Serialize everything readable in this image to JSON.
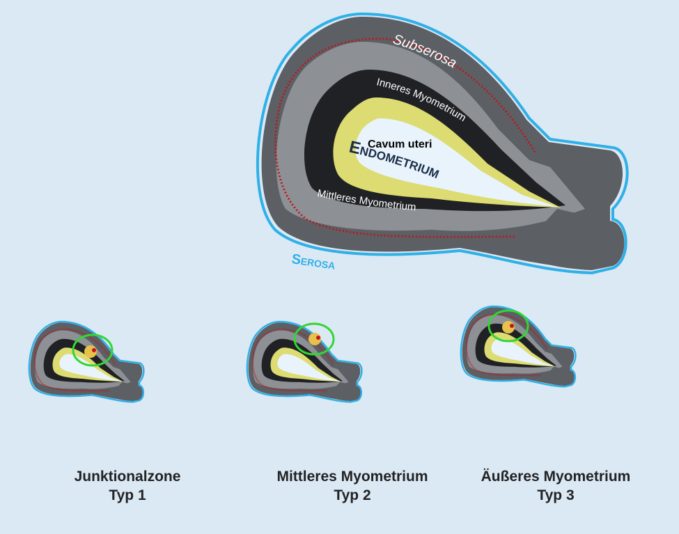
{
  "main_diagram": {
    "labels": {
      "subserosa": "Subserosa",
      "inner_myometrium": "Inneres Myometrium",
      "cavum": "Cavum uteri",
      "endometrium": "Endometrium",
      "middle_myometrium": "Mittleres Myometrium",
      "serosa": "Serosa"
    }
  },
  "panels": [
    {
      "title": "Junktionalzone",
      "type_label": "Typ 1"
    },
    {
      "title": "Mittleres Myometrium",
      "type_label": "Typ 2"
    },
    {
      "title": "Äußeres Myometrium",
      "type_label": "Typ 3"
    }
  ],
  "colors": {
    "background": "#dbe9f5",
    "serosa_line": "#2fb0e6",
    "outer_layer": "#5c5f64",
    "middle_layer": "#8d9095",
    "inner_myometrium": "#202124",
    "endometrium": "#dcdc72",
    "cavum": "#e9f3fc",
    "vessel_line": "#c0151e",
    "fibroid_marker": "#33d633",
    "fibroid": "#e7c14a",
    "label_dark": "#1b2d4a",
    "label_light": "#ffffff"
  }
}
